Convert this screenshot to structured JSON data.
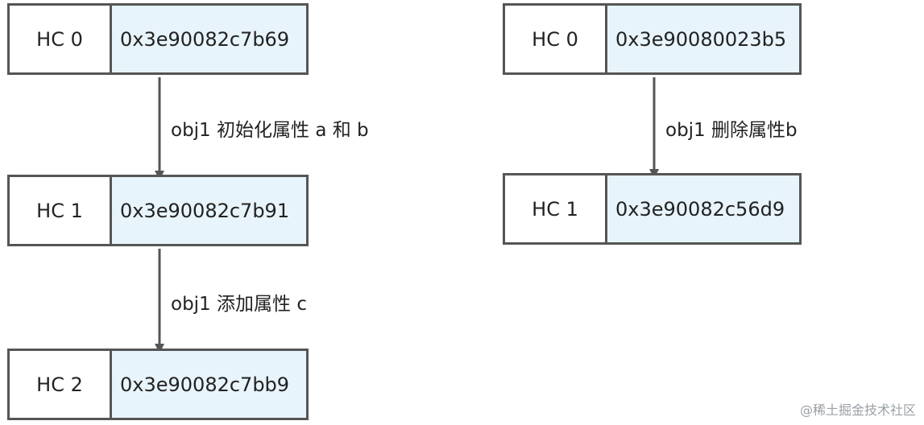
{
  "left_chain": {
    "nodes": [
      {
        "label": "HC 0",
        "address": "0x3e90082c7b69"
      },
      {
        "label": "HC 1",
        "address": "0x3e90082c7b91"
      },
      {
        "label": "HC 2",
        "address": "0x3e90082c7bb9"
      }
    ],
    "edges": [
      {
        "label": "obj1 初始化属性 a 和 b"
      },
      {
        "label": "obj1 添加属性 c"
      }
    ]
  },
  "right_chain": {
    "nodes": [
      {
        "label": "HC 0",
        "address": "0x3e90080023b5"
      },
      {
        "label": "HC 1",
        "address": "0x3e90082c56d9"
      }
    ],
    "edges": [
      {
        "label": "obj1 删除属性b"
      }
    ]
  },
  "watermark": "@稀土掘金技术社区",
  "colors": {
    "border": "#555555",
    "address_fill": "#e8f4fb",
    "arrow": "#555555"
  }
}
